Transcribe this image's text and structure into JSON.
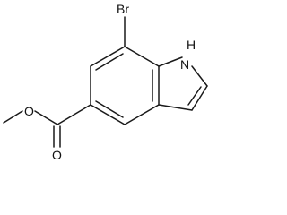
{
  "atoms": {
    "bromine": "Br",
    "nitrogen_h": "H",
    "nitrogen_n": "N",
    "carbonyl_o": "O",
    "ester_o": "O"
  },
  "colors": {
    "bond": "#1a1a1a",
    "label": "#111111"
  }
}
